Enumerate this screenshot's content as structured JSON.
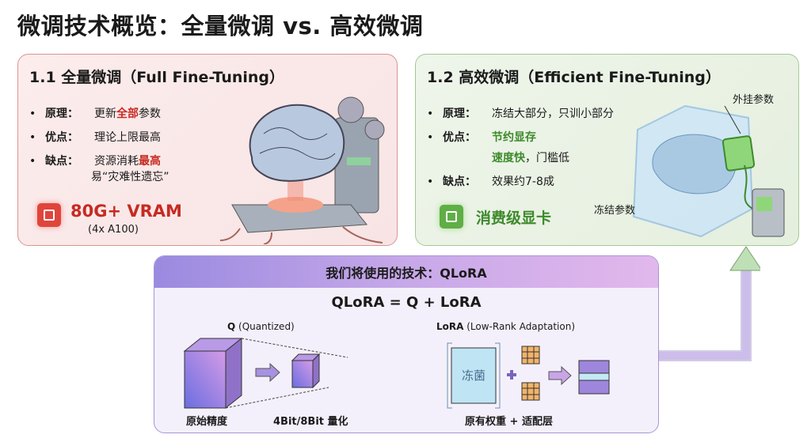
{
  "title": "微调技术概览：全量微调 vs. 高效微调",
  "full": {
    "heading": "1.1 全量微调（Full Fine-Tuning）",
    "principle_label": "原理：",
    "principle_pre": "更新",
    "principle_hl": "全部",
    "principle_post": "参数",
    "pros_label": "优点：",
    "pros": "理论上限最高",
    "cons_label": "缺点：",
    "cons_pre": "资源消耗",
    "cons_hl": "最高",
    "cons_line2": "易“灾难性遗忘”",
    "vram": "80G+ VRAM",
    "vram_note": "(4x A100)",
    "accent": "#c62b22"
  },
  "efficient": {
    "heading": "1.2 高效微调（Efficient Fine-Tuning）",
    "principle_label": "原理：",
    "principle": "冻结大部分，只训小部分",
    "pros_label": "优点：",
    "pros_line1": "节约显存",
    "pros_line2_hl": "速度快",
    "pros_line2_rest": "，门槛低",
    "cons_label": "缺点：",
    "cons": "效果约7-8成",
    "gpu": "消费级显卡",
    "label_adapter": "外挂参数",
    "label_frozen": "冻结参数",
    "accent": "#3d8a2b"
  },
  "qlora": {
    "header": "我们将使用的技术：QLoRA",
    "formula": "QLoRA = Q + LoRA",
    "q_title": "Q",
    "q_sub": "(Quantized)",
    "lora_title": "LoRA",
    "lora_sub": "(Low-Rank Adaptation)",
    "orig_precision": "原始精度",
    "quantized": "4Bit/8Bit 量化",
    "frozen_box": "冻菌",
    "lora_caption": "原有权重 + 适配层"
  }
}
